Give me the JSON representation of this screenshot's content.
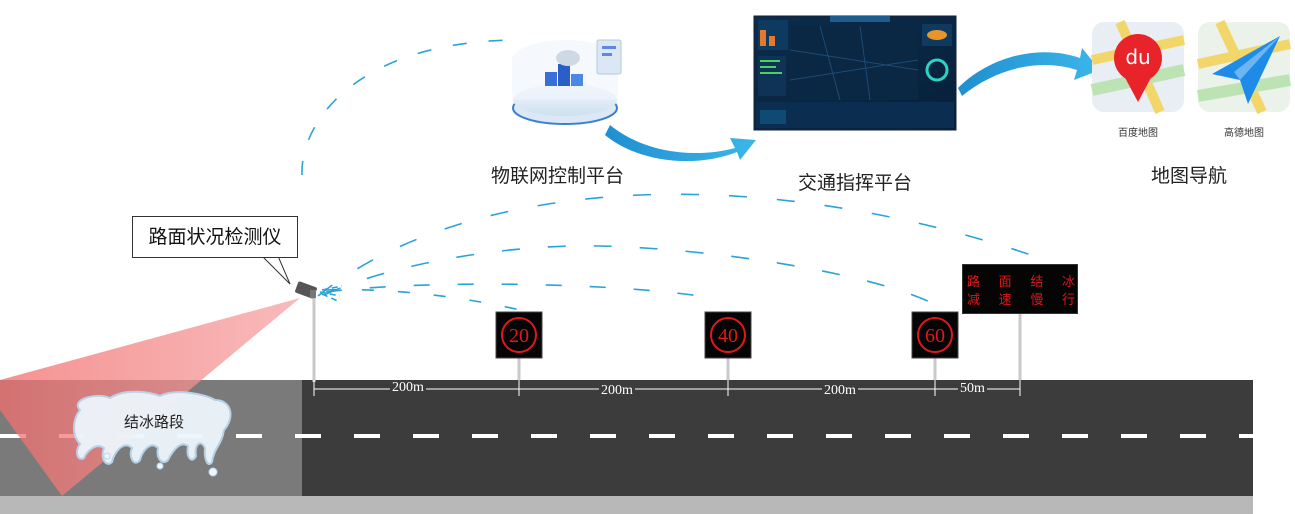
{
  "detector_label": "路面状况检测仪",
  "iot_platform_label": "物联网控制平台",
  "traffic_platform_label": "交通指挥平台",
  "map_nav_label": "地图导航",
  "apps": [
    {
      "name": "百度地图",
      "icon_text": "du",
      "icon": "baidu-map-icon"
    },
    {
      "name": "高德地图",
      "icon": "amap-icon"
    }
  ],
  "speed_signs": [
    {
      "limit": "20"
    },
    {
      "limit": "40"
    },
    {
      "limit": "60"
    }
  ],
  "vms_board": {
    "line1": [
      "路",
      "面",
      "结",
      "冰"
    ],
    "line2": [
      "减",
      "速",
      "慢",
      "行"
    ]
  },
  "distances": [
    "200m",
    "200m",
    "200m",
    "50m"
  ],
  "icy_section_label": "结冰路段",
  "colors": {
    "road": "#3c3c3c",
    "ice_zone": "#7a7a7a",
    "signal_dash": "#29a3d8",
    "arrow": "#2fa9e0",
    "sign_red": "#e01818",
    "detector_beam": "#f08a8a"
  }
}
